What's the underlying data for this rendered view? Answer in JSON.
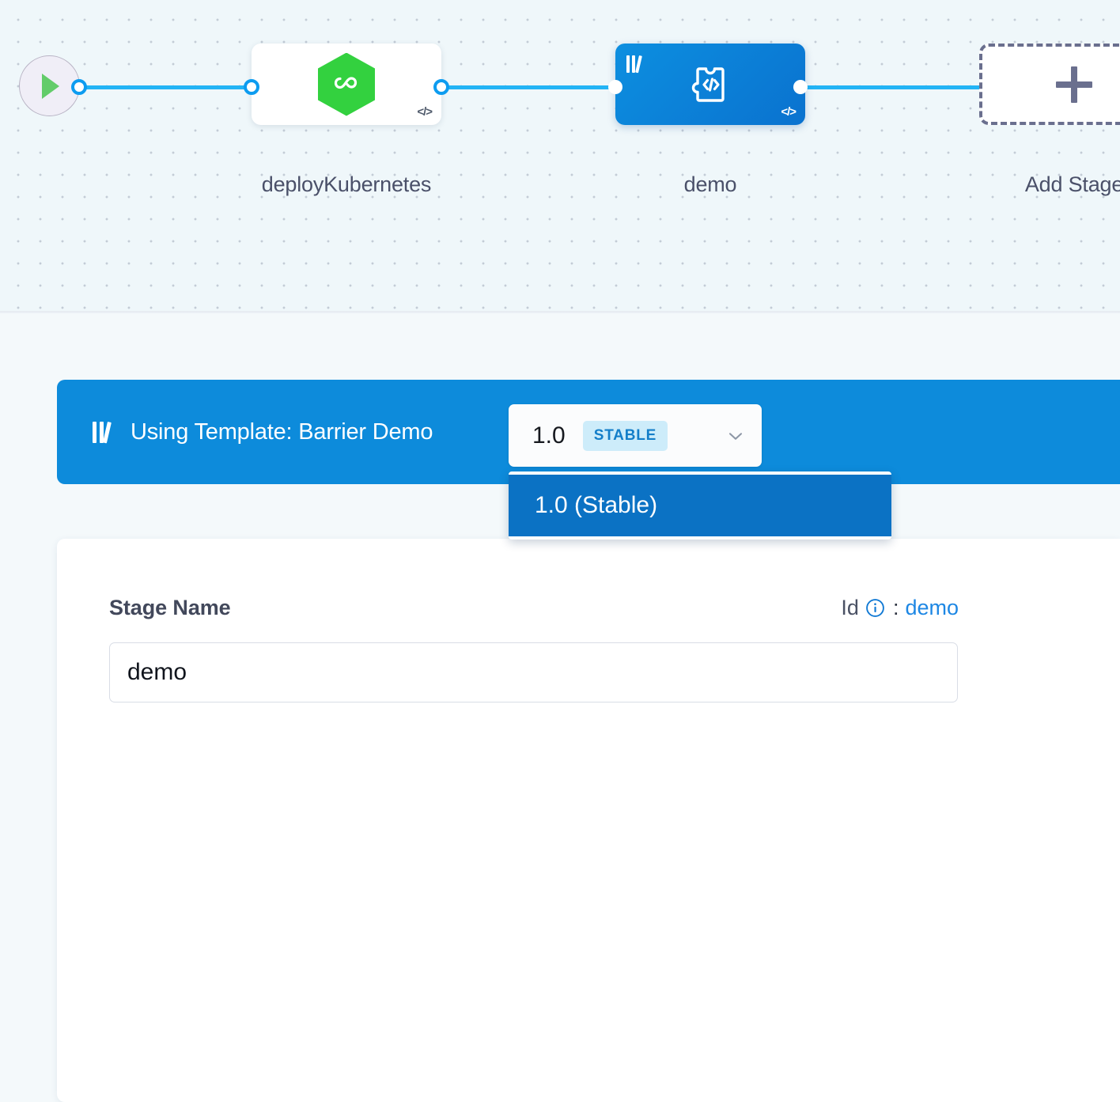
{
  "canvas": {
    "start_node": {
      "name": "start-node",
      "icon": "play-icon"
    },
    "nodes": [
      {
        "id": "deploy-kubernetes",
        "label": "deployKubernetes",
        "icon": "harness-cd-hexagon-icon",
        "badge": "</>",
        "type": "deployment"
      },
      {
        "id": "demo",
        "label": "demo",
        "icon": "custom-stage-puzzle-icon",
        "badge": "</>",
        "template_icon": "template-library-icon",
        "type": "custom",
        "selected": true
      }
    ],
    "add_stage": {
      "label": "Add Stage",
      "icon": "plus-icon"
    }
  },
  "template_banner": {
    "icon": "template-library-icon",
    "text": "Using Template: Barrier Demo",
    "version_selector": {
      "value": "1.0",
      "badge": "STABLE",
      "chevron": "chevron-down-icon",
      "expanded": true,
      "options": [
        {
          "label": "1.0 (Stable)",
          "selected": true
        }
      ]
    }
  },
  "stage_details": {
    "stage_name_label": "Stage Name",
    "id_label": "Id",
    "id_info_icon": "info-icon",
    "id_separator": ":",
    "id_value": "demo",
    "stage_name_value": "demo",
    "stage_name_placeholder": "Stage Name"
  },
  "colors": {
    "primary_blue": "#0d8bdb",
    "node_blue": "#0a72cf",
    "menu_selected_blue": "#0b72c4",
    "stable_badge_bg": "#cdecfa",
    "stable_badge_fg": "#137ec9",
    "link_blue": "#1d87e4",
    "connector_blue": "#23b4f5",
    "cd_green": "#33d13f",
    "canvas_bg": "#eff7fa"
  }
}
